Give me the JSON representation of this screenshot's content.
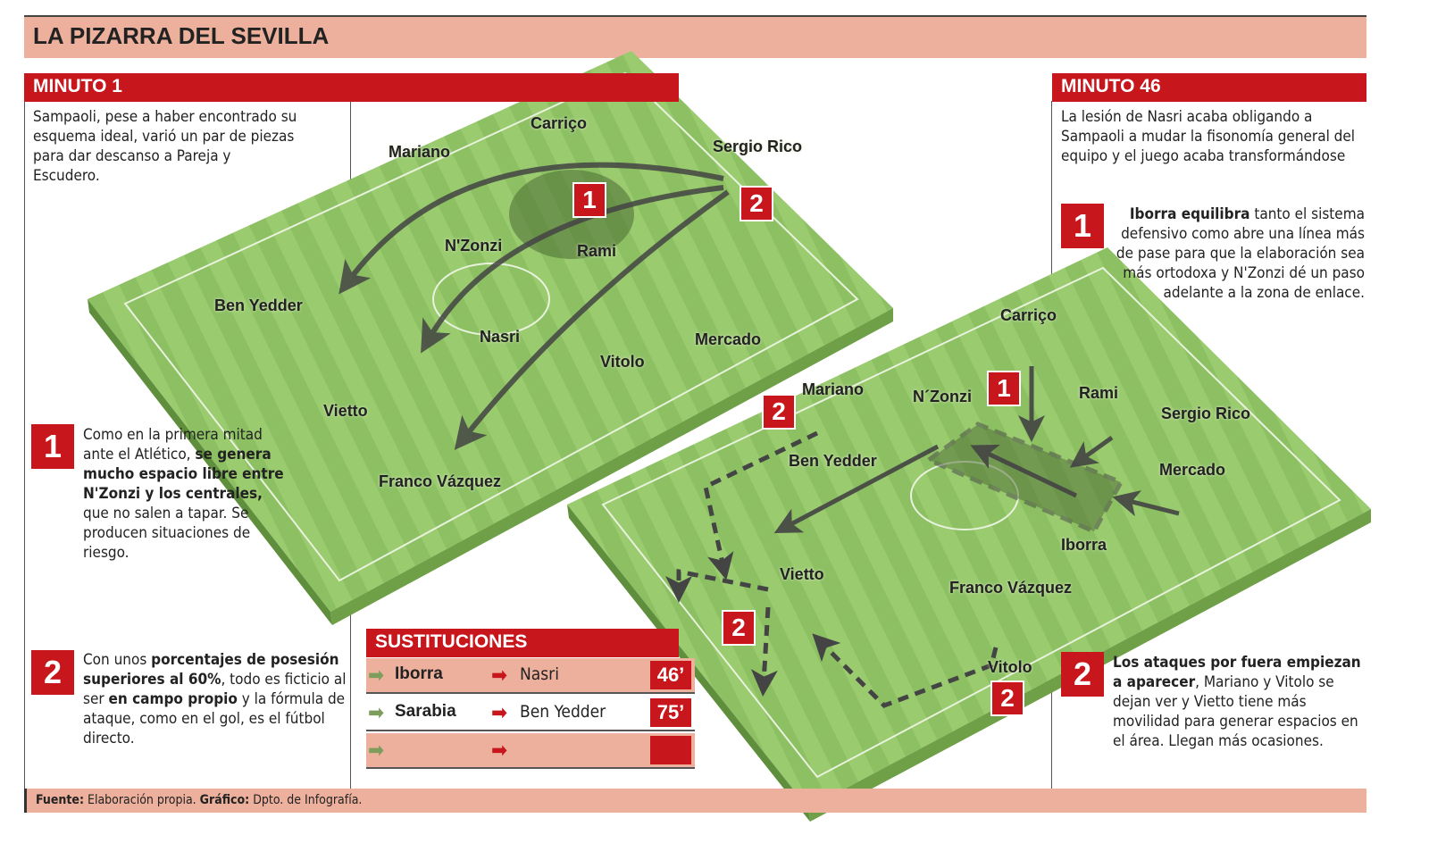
{
  "title": "LA PIZARRA DEL SEVILLA",
  "minuto1": {
    "header": "MINUTO 1",
    "intro": "Sampaoli, pese a haber encontrado su esquema ideal, varió un par de piezas para dar descanso a Pareja y Escudero.",
    "note1": {
      "number": "1",
      "pre": "Como en la primera mitad ante el Atlético, ",
      "bold": "se genera mucho espacio libre entre N'Zonzi y los centrales,",
      "post": " que no salen a tapar. Se producen situaciones de riesgo."
    },
    "note2": {
      "number": "2",
      "a": "Con unos ",
      "b": "porcentajes de posesión superiores al 60%",
      "c": ", todo es ficticio al ser ",
      "d": "en campo propio",
      "e": " y la fórmula de ataque, como en el gol, es el fútbol directo."
    },
    "players": [
      "Carriço",
      "Mariano",
      "Sergio Rico",
      "N'Zonzi",
      "Rami",
      "Ben Yedder",
      "Nasri",
      "Mercado",
      "Vitolo",
      "Vietto",
      "Franco Vázquez"
    ],
    "markers": [
      "1",
      "2"
    ]
  },
  "minuto46": {
    "header": "MINUTO 46",
    "intro": "La lesión de Nasri acaba obligando a Sampaoli a mudar la fisonomía general del equipo y el juego acaba transformándose",
    "note1": {
      "number": "1",
      "bold": "Iborra equilibra",
      "post": " tanto el sistema defensivo como abre una línea más de pase para que la elaboración sea más ortodoxa y N'Zonzi dé un paso adelante a la zona de enlace."
    },
    "note2": {
      "number": "2",
      "bold": "Los ataques por fuera empiezan a aparecer",
      "post": ", Mariano y Vitolo se dejan ver y Vietto tiene más movilidad para generar espacios en el área. Llegan más ocasiones."
    },
    "players": [
      "Carriço",
      "Mariano",
      "N´Zonzi",
      "Rami",
      "Sergio Rico",
      "Ben Yedder",
      "Mercado",
      "Iborra",
      "Vietto",
      "Franco Vázquez",
      "Vitolo"
    ],
    "markers": [
      "1",
      "2",
      "2",
      "2"
    ]
  },
  "sustituciones": {
    "header": "SUSTITUCIONES",
    "rows": [
      {
        "in": "Iborra",
        "out": "Nasri",
        "minute": "46’"
      },
      {
        "in": "Sarabia",
        "out": "Ben Yedder",
        "minute": "75’"
      },
      {
        "in": "",
        "out": "",
        "minute": ""
      }
    ]
  },
  "footer": {
    "fuente_label": "Fuente:",
    "fuente": " Elaboración propia. ",
    "grafico_label": "Gráfico:",
    "grafico": " Dpto. de Infografía."
  },
  "colors": {
    "red": "#c8161d",
    "salmon": "#ecb09c",
    "pitch": "#8cc063",
    "in_arrow": "#7c9d5c"
  }
}
